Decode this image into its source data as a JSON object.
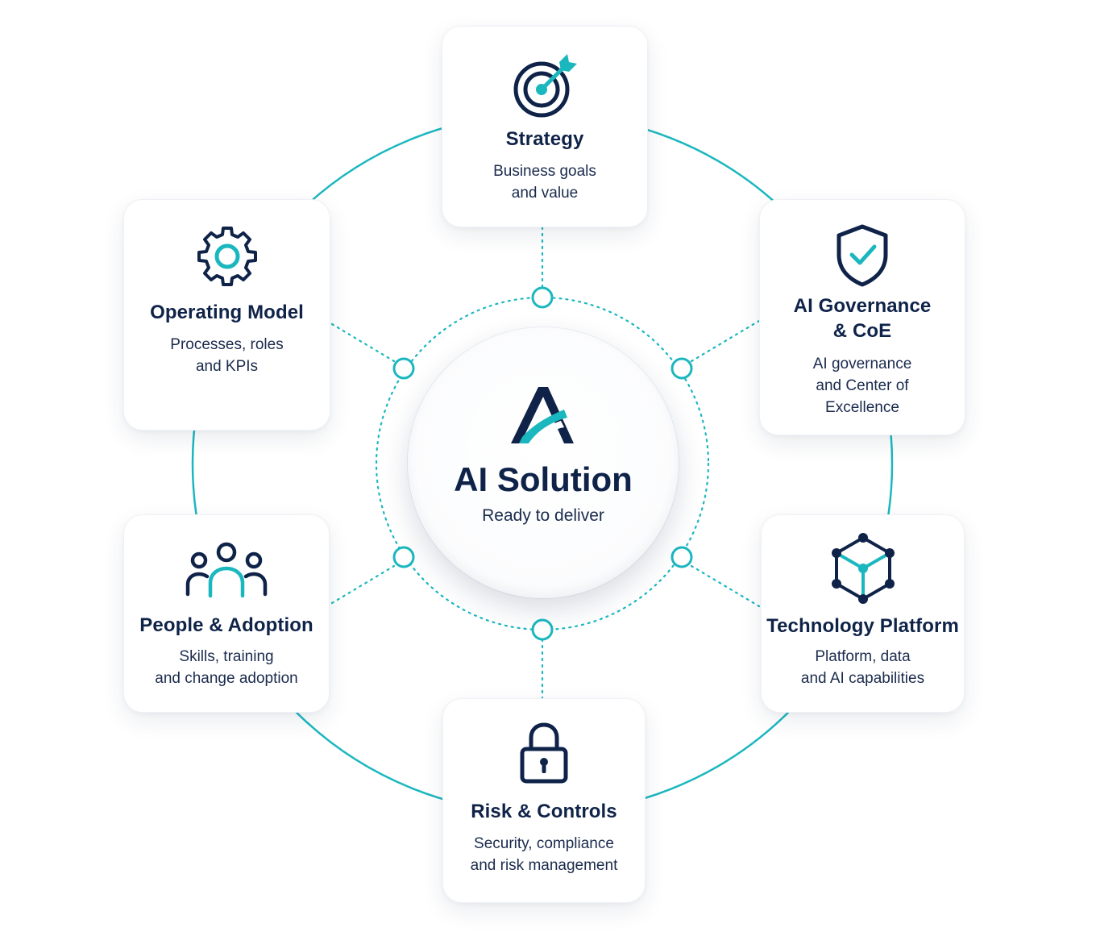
{
  "center": {
    "title": "AI Solution",
    "subtitle": "Ready to deliver",
    "logo_icon": "stylized-a-logo-icon"
  },
  "colors": {
    "navy": "#0f2349",
    "teal": "#1bb7bf",
    "card_background": "#ffffff",
    "page_background": "#ffffff"
  },
  "cards": {
    "strategy": {
      "icon": "target-arrow-icon",
      "title": "Strategy",
      "description": "Business goals\nand value"
    },
    "governance": {
      "icon": "shield-check-icon",
      "title": "AI Governance\n& CoE",
      "description": "AI governance\nand Center of\nExcellence"
    },
    "technology": {
      "icon": "hexagon-network-icon",
      "title": "Technology Platform",
      "description": "Platform, data\nand AI capabilities"
    },
    "risk": {
      "icon": "padlock-icon",
      "title": "Risk & Controls",
      "description": "Security, compliance\nand risk management"
    },
    "people": {
      "icon": "people-group-icon",
      "title": "People & Adoption",
      "description": "Skills, training\nand change adoption"
    },
    "operating_model": {
      "icon": "gear-icon",
      "title": "Operating Model",
      "description": "Processes, roles\nand KPIs"
    }
  }
}
